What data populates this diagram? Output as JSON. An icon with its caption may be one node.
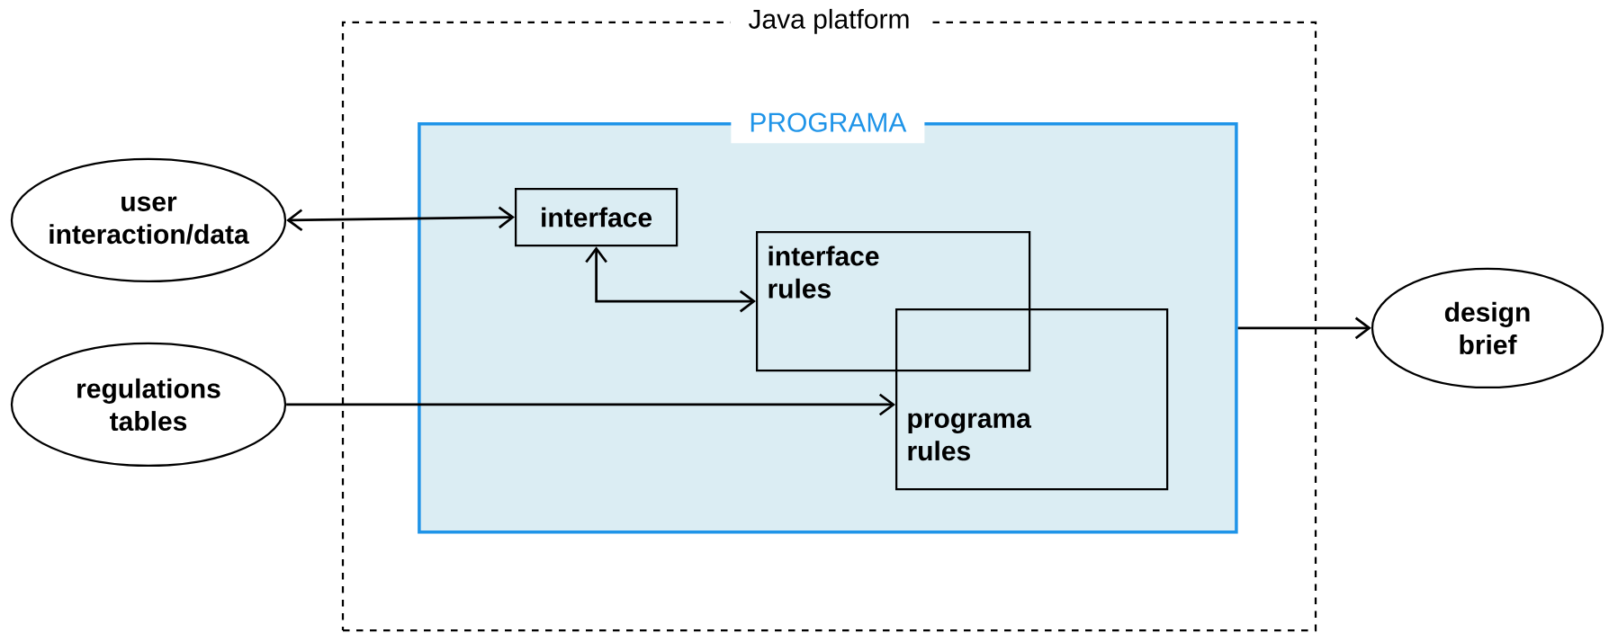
{
  "diagram": {
    "nodes": [
      {
        "text": [
          "Java platform"
        ]
      },
      {
        "text": [
          "PROGRAMA"
        ],
        "in": 0
      },
      {
        "text": [
          "user interaction/data"
        ]
      },
      {
        "text": [
          "interface"
        ],
        "in": 1
      },
      {
        "text": [
          "interface rules"
        ],
        "in": 1
      },
      {
        "text": [
          "programa rules"
        ],
        "in": 1
      },
      {
        "text": [
          "regulations tables"
        ]
      },
      {
        "text": [
          "design brief"
        ]
      }
    ],
    "edges": [
      {
        "from": 2,
        "to": 3,
        "arrow": "both"
      },
      {
        "from": 3,
        "to": 4,
        "arrow": "both"
      },
      {
        "from": 6,
        "to": 5,
        "arrow": "to"
      },
      {
        "from": 1,
        "to": 7,
        "arrow": "to"
      }
    ]
  }
}
